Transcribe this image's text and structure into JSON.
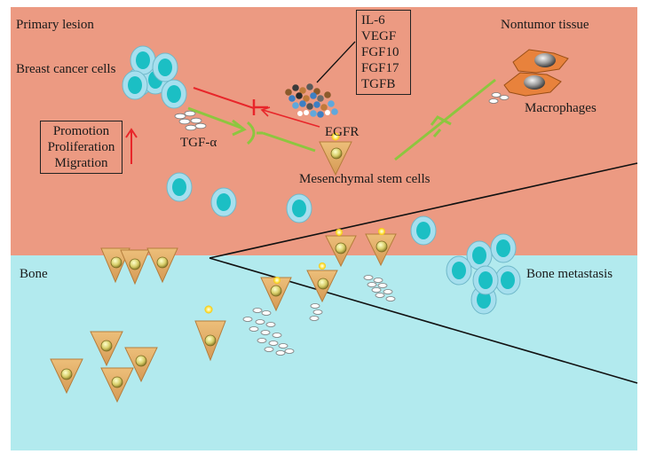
{
  "regions": {
    "primary": "Primary lesion",
    "bone": "Bone",
    "nontumor": "Nontumor tissue",
    "metastasis": "Bone metastasis"
  },
  "cells": {
    "breast_cancer": "Breast cancer cells",
    "macrophages": "Macrophages",
    "msc": "Mesenchymal stem cells"
  },
  "molecules": {
    "tgf_alpha": "TGF-α",
    "egfr": "EGFR"
  },
  "cytokines": [
    "IL-6",
    "VEGF",
    "FGF10",
    "FGF17",
    "TGFB"
  ],
  "effects": [
    "Promotion",
    "Proliferation",
    "Migration"
  ],
  "colors": {
    "primary_bg": "#ec9a82",
    "bone_bg": "#b2eaee",
    "cancer_cell": "#a6dfee",
    "cancer_nucleus": "#1bbfc4",
    "msc_cell": "#e3b06c",
    "inhibit_red": "#e8262a",
    "green_arrow": "#8dc63f"
  }
}
